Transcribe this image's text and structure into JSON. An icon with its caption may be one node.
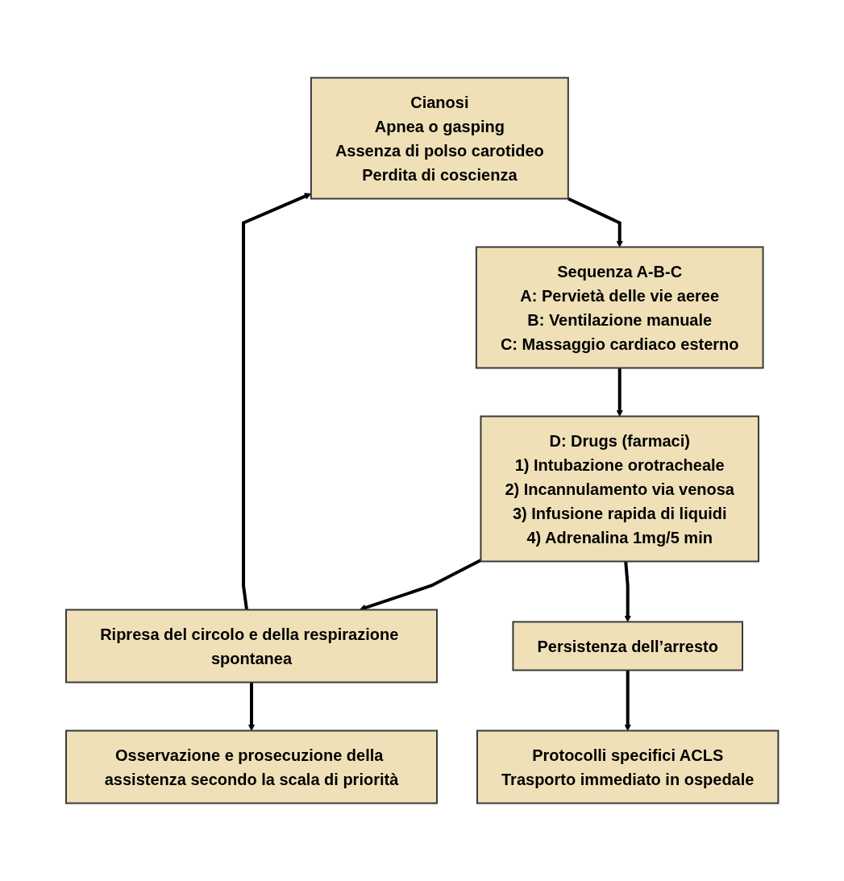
{
  "diagram": {
    "nodes": [
      {
        "text": [
          "Cianosi",
          "Apnea o gasping",
          "Assenza di polso carotideo",
          "Perdita di coscienza"
        ]
      },
      {
        "text": [
          "Sequenza A-B-C",
          "A: Pervietà delle vie aeree",
          "B: Ventilazione manuale",
          "C: Massaggio cardiaco esterno"
        ]
      },
      {
        "text": [
          "D: Drugs (farmaci)",
          "1) Intubazione orotracheale",
          "2) Incannulamento via venosa",
          "3) Infusione rapida di liquidi",
          "4) Adrenalina 1mg/5 min"
        ]
      },
      {
        "text": [
          "Ripresa del circolo e della respirazione spontanea"
        ]
      },
      {
        "text": [
          "Persistenza dell’arresto"
        ]
      },
      {
        "text": [
          "Protocolli specifici ACLS",
          "Trasporto immediato in ospedale"
        ]
      },
      {
        "text": [
          "Osservazione e prosecuzione della assistenza secondo la scala di priorità"
        ]
      }
    ],
    "edges": [
      {
        "from": 0,
        "to": 1,
        "arrow": "to"
      },
      {
        "from": 1,
        "to": 2,
        "arrow": "to"
      },
      {
        "from": 2,
        "to": 3,
        "arrow": "to"
      },
      {
        "from": 3,
        "to": 0,
        "arrow": "to"
      },
      {
        "from": 2,
        "to": 4,
        "arrow": "to"
      },
      {
        "from": 4,
        "to": 5,
        "arrow": "to"
      },
      {
        "from": 3,
        "to": 6,
        "arrow": "to"
      }
    ]
  }
}
